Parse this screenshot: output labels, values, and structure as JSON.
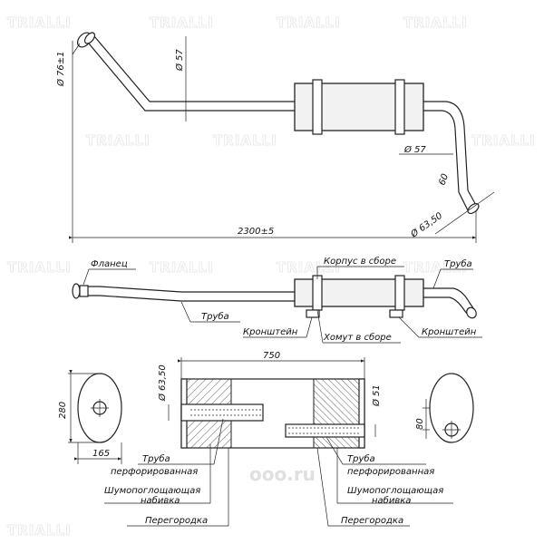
{
  "watermark": {
    "text": "TRIALLI",
    "site": "ooo.ru"
  },
  "top_view": {
    "flange_dia": "Ø 76±1",
    "pipe_dia_front": "Ø 57",
    "pipe_dia_rear": "Ø 57",
    "outlet_dia": "Ø 63,50",
    "outlet_dim": "60",
    "overall_length": "2300±5"
  },
  "side_view": {
    "flange": "Фланец",
    "pipe_left": "Труба",
    "pipe_right": "Труба",
    "housing": "Корпус в сборе",
    "bracket_left": "Кронштейн",
    "bracket_right": "Кронштейн",
    "clamp": "Хомут в сборе"
  },
  "section_view": {
    "length": "750",
    "inlet_dia": "Ø 63,50",
    "outlet_dia": "Ø 51",
    "height": "280",
    "width": "165",
    "offset": "80",
    "perforated_pipe_left": [
      "Труба",
      "перфорированная"
    ],
    "packing_left": [
      "Шумопоглощающая",
      "набивка"
    ],
    "baffle_left": "Перегородка",
    "perforated_pipe_right": [
      "Труба",
      "перфорированная"
    ],
    "packing_right": [
      "Шумопоглощающая",
      "набивка"
    ],
    "baffle_right": "Перегородка"
  }
}
